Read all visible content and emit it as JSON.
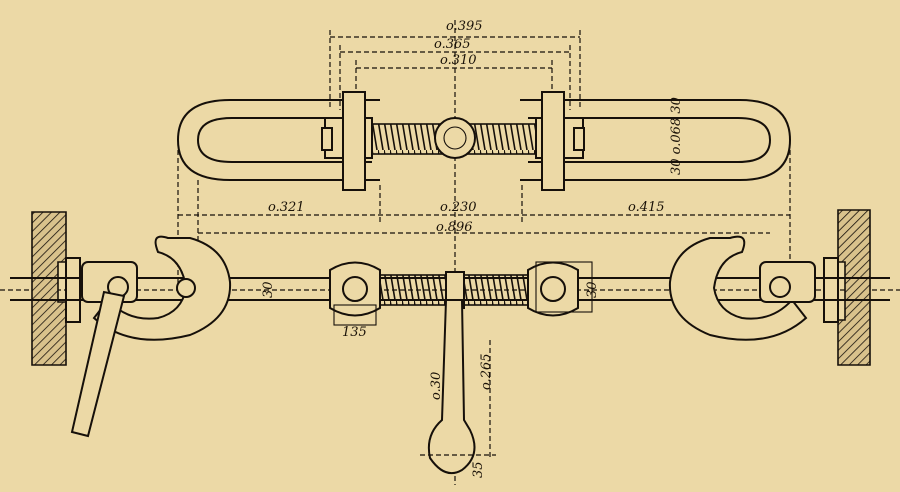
{
  "dimensions": {
    "top_outer": "o.395",
    "top_middle": "o.365",
    "top_inner": "o.310",
    "left_span": "o.321",
    "center_span": "o.230",
    "right_span": "o.415",
    "overall": "o.896",
    "link_height": "30 o.068 30",
    "rod_left": "30",
    "rod_right": "30",
    "nut_width": "135",
    "lever_dia": "o.30",
    "lever_length": "o.265",
    "knob": "35"
  },
  "colors": {
    "paper": "#ecd9a6",
    "ink": "#16100a"
  }
}
